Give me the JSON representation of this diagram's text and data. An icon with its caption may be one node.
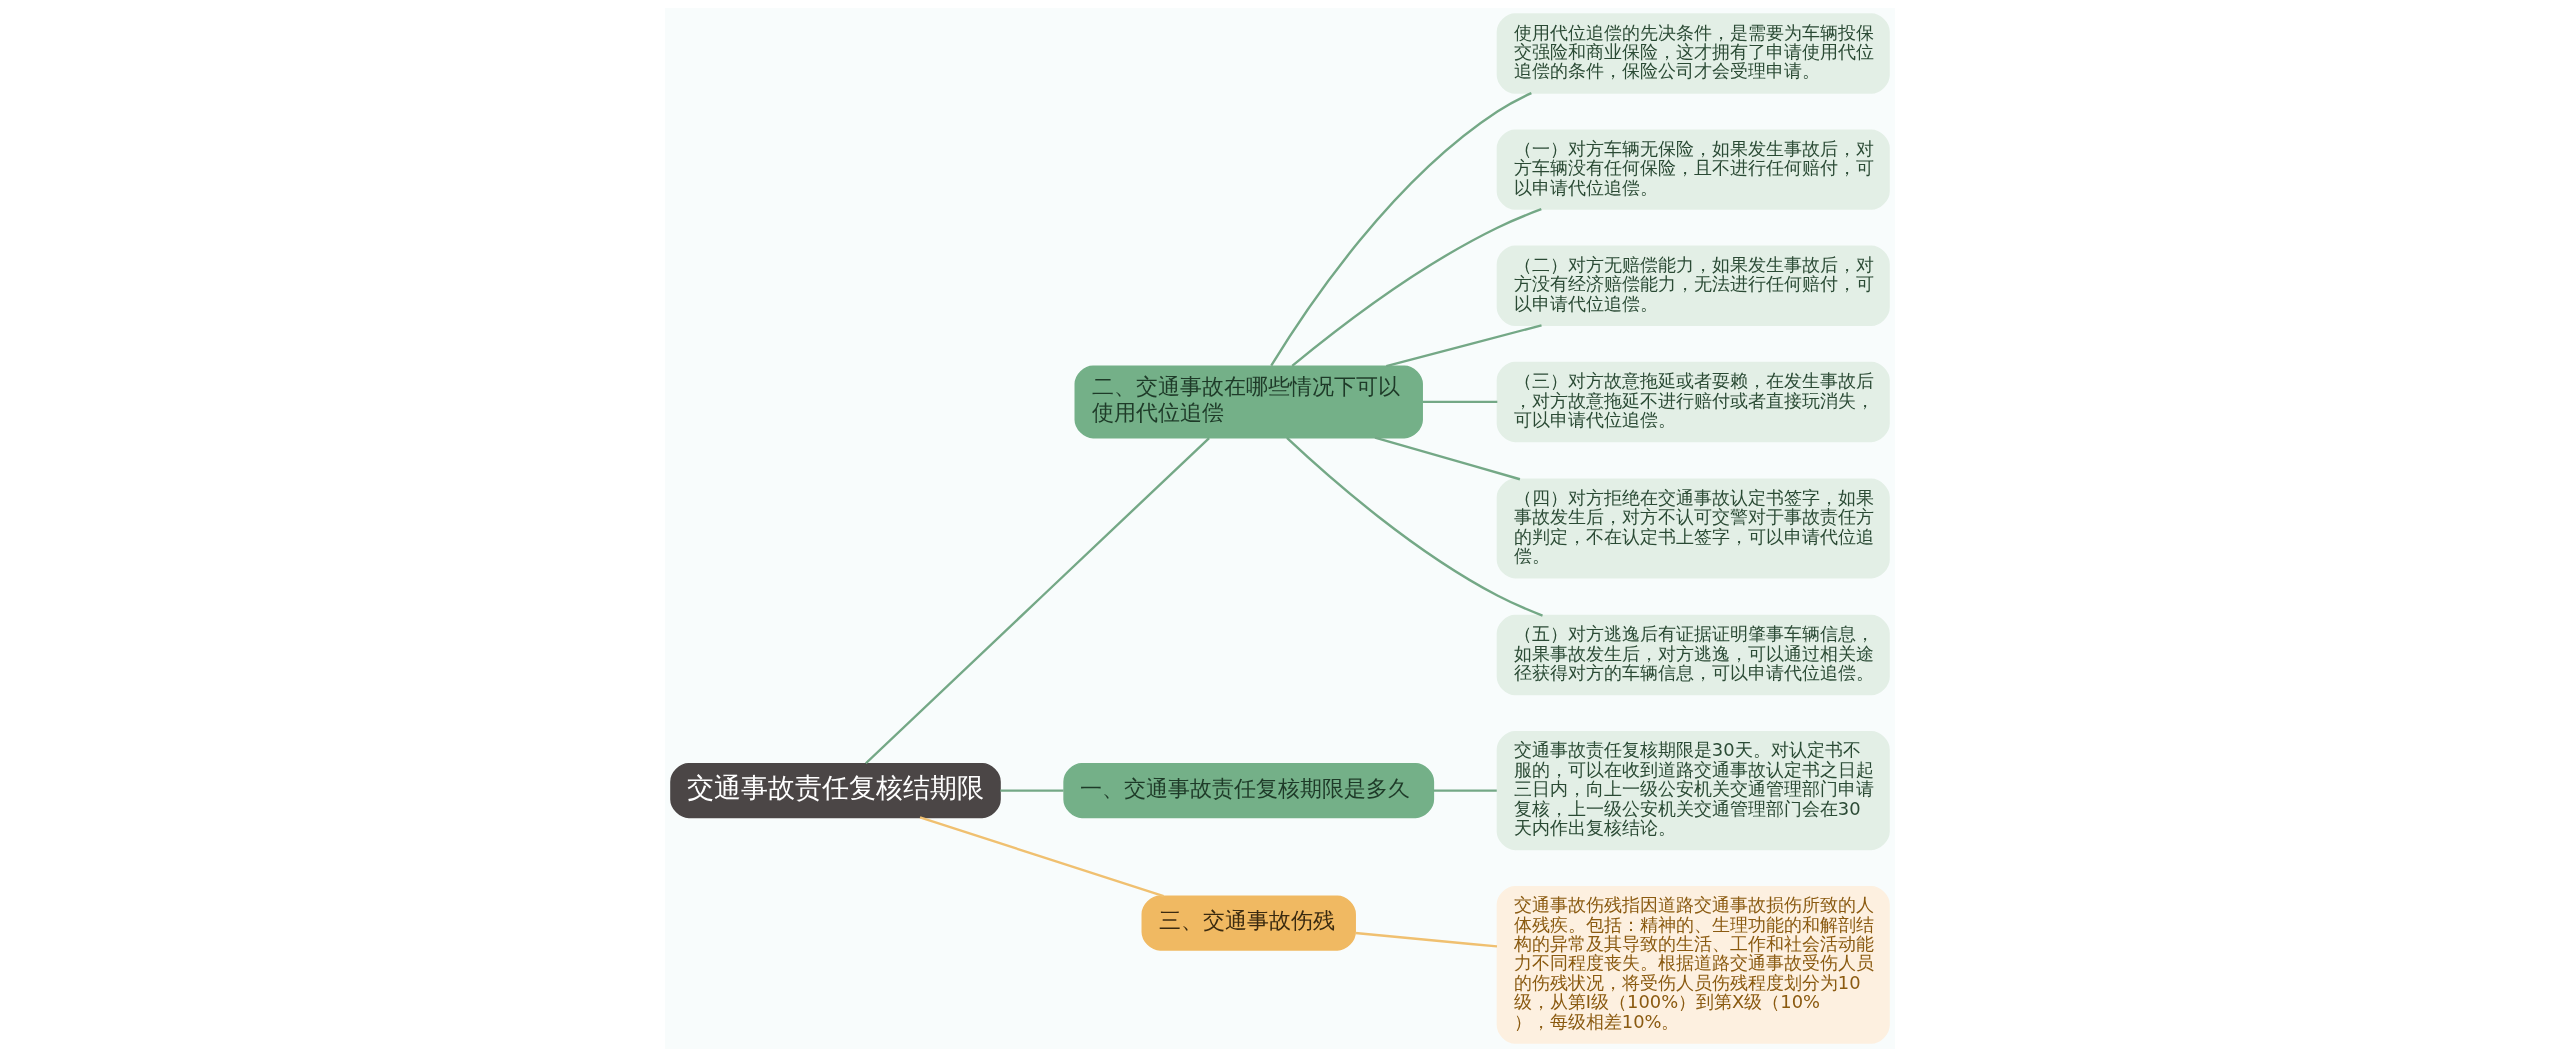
{
  "diagram": {
    "nodes": [
      {
        "text": [
          "交通事故责任复核结期限"
        ]
      },
      {
        "text": [
          "二、交通事故在哪些情况下可以使用代位追偿"
        ]
      },
      {
        "text": [
          "使用代位追偿的先决条件，是需要为车辆投保交强险和商业保险，这才拥有了申请使用代位追偿的条件，保险公司才会受理申请。"
        ]
      },
      {
        "text": [
          "（一）对方车辆无保险，如果发生事故后，对方车辆没有任何保险，且不进行任何赔付，可以申请代位追偿。"
        ]
      },
      {
        "text": [
          "（二）对方无赔偿能力，如果发生事故后，对方没有经济赔偿能力，无法进行任何赔付，可以申请代位追偿。"
        ]
      },
      {
        "text": [
          "（三）对方故意拖延或者耍赖，在发生事故后，对方故意拖延不进行赔付或者直接玩消失，可以申请代位追偿。"
        ]
      },
      {
        "text": [
          "（四）对方拒绝在交通事故认定书签字，如果事故发生后，对方不认可交警对于事故责任方的判定，不在认定书上签字，可以申请代位追偿。"
        ]
      },
      {
        "text": [
          "（五）对方逃逸后有证据证明肇事车辆信息，如果事故发生后，对方逃逸，可以通过相关途径获得对方的车辆信息，可以申请代位追偿。"
        ]
      },
      {
        "text": [
          "一、交通事故责任复核期限是多久"
        ]
      },
      {
        "text": [
          "交通事故责任复核期限是30天。对认定书不服的，可以在收到道路交通事故认定书之日起三日内，向上一级公安机关交通管理部门申请复核，上一级公安机关交通管理部门会在30天内作出复核结论。"
        ]
      },
      {
        "text": [
          "三、交通事故伤残"
        ]
      },
      {
        "text": [
          "交通事故伤残指因道路交通事故损伤所致的人体残疾。包括：精神的、生理功能的和解剖结构的异常及其导致的生活、工作和社会活动能力不同程度丧失。根据道路交通事故受伤人员的伤残状况，将受伤人员伤残程度划分为10级，从第I级（100%）到第X级（10%），每级相差10%。"
        ]
      }
    ],
    "edges": [
      {
        "from": 0,
        "to": 1,
        "arrow": "none"
      },
      {
        "from": 1,
        "to": 2,
        "arrow": "none"
      },
      {
        "from": 1,
        "to": 3,
        "arrow": "none"
      },
      {
        "from": 1,
        "to": 4,
        "arrow": "none"
      },
      {
        "from": 1,
        "to": 5,
        "arrow": "none"
      },
      {
        "from": 1,
        "to": 6,
        "arrow": "none"
      },
      {
        "from": 1,
        "to": 7,
        "arrow": "none"
      },
      {
        "from": 0,
        "to": 8,
        "arrow": "none"
      },
      {
        "from": 8,
        "to": 9,
        "arrow": "none"
      },
      {
        "from": 0,
        "to": 10,
        "arrow": "none",
        "color": "#f0c070"
      },
      {
        "from": 10,
        "to": 11,
        "arrow": "none",
        "color": "#f0c070"
      }
    ]
  }
}
